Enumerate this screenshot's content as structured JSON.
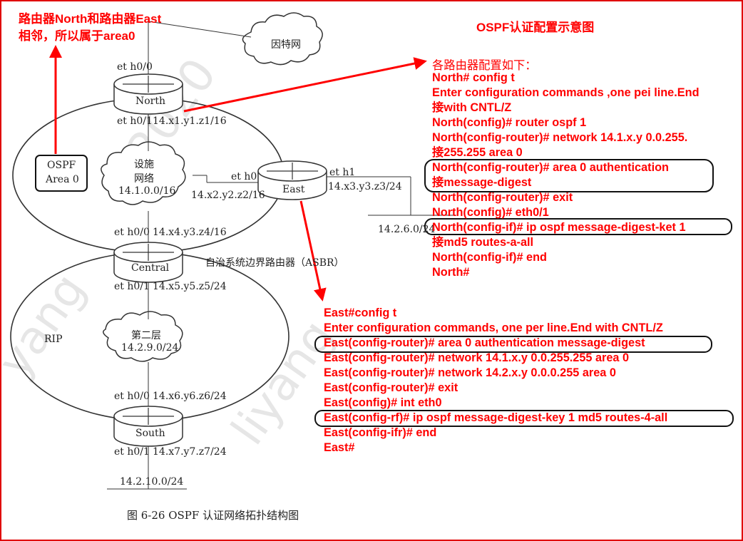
{
  "note_top_left": [
    "路由器North和路由器East",
    "相邻，所以属于area0"
  ],
  "diagram_title": "OSPF认证配置示意图",
  "figure_caption": "图 6-26   OSPF 认证网络拓扑结构图",
  "internet_cloud": "因特网",
  "facility_cloud": [
    "设施",
    "网络",
    "14.1.0.0/16"
  ],
  "second_cloud": [
    "第二层",
    "14.2.9.0/24"
  ],
  "ospf_box": [
    "OSPF",
    "Area 0"
  ],
  "rip_label": "RIP",
  "asbr_label": "自治系统边界路由器（ASBR）",
  "routers": {
    "north": "North",
    "east": "East",
    "central": "Central",
    "south": "South"
  },
  "interfaces": {
    "north_eth00": "et h0/0",
    "north_eth01": "et h0/1",
    "north_ip": "14.x1.y1.z1/16",
    "east_eth0": "et h0",
    "east_eth1": "et h1",
    "east_ip2": "14.x2.y2.z2/16",
    "east_ip3": "14.x3.y3.z3/24",
    "east_net": "14.2.6.0/24",
    "central_eth00": "et h0/0",
    "central_ip4": "14.x4.y3.z4/16",
    "central_eth01": "et h0/1",
    "central_ip5": "14.x5.y5.z5/24",
    "south_eth00": "et h0/0",
    "south_ip6": "14.x6.y6.z6/24",
    "south_eth01": "et h0/1",
    "south_ip7": "14.x7.y7.z7/24",
    "south_net": "14.2.10.0/24"
  },
  "north_config_title": "各路由器配置如下：",
  "north_config": [
    "North# config t",
    "Enter configuration commands ,one pei line.End",
    "接with CNTL/Z",
    "North(config)# router ospf 1",
    "North(config-router)# network 14.1.x.y 0.0.255.",
    "接255.255 area 0",
    "North(config-router)# area 0 authentication",
    "接message-digest",
    "North(config-router)# exit",
    "North(config)# eth0/1",
    "North(config-if)# ip ospf message-digest-ket 1",
    "接md5 routes-a-all",
    "North(config-if)# end",
    "North#"
  ],
  "east_config": [
    "East#config t",
    "Enter configuration commands, one per line.End with CNTL/Z",
    "East(config-router)# area 0 authentication message-digest",
    "East(config-router)# network 14.1.x.y 0.0.255.255 area 0",
    "East(config-router)# network 14.2.x.y 0.0.0.255 area 0",
    "East(config-router)# exit",
    "East(config)# int eth0",
    "East(config-rf)# ip ospf message-digest-key 1 md5 routes-4-all",
    "East(config-ifr)# end",
    "East#"
  ],
  "colors": {
    "annotation": "#ff0000",
    "frame": "#e00000",
    "line": "#333333"
  }
}
